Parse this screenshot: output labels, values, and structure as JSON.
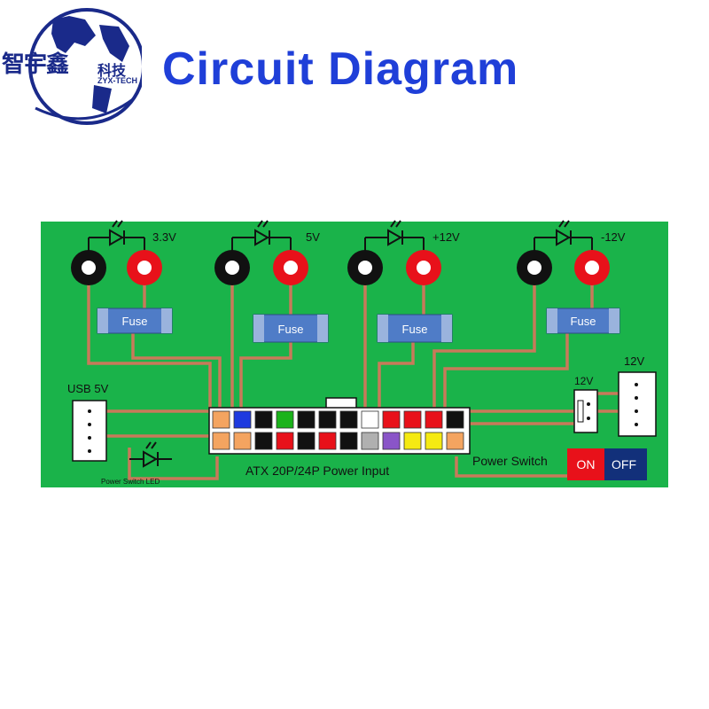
{
  "brand": {
    "name_cn": "智宇鑫",
    "suffix_cn": "科技",
    "name_en": "ZYX-TECH"
  },
  "title": "Circuit  Diagram",
  "rails": [
    {
      "label": "3.3V",
      "fuse": "Fuse"
    },
    {
      "label": "5V",
      "fuse": "Fuse"
    },
    {
      "label": "+12V",
      "fuse": "Fuse"
    },
    {
      "label": "-12V",
      "fuse": "Fuse"
    }
  ],
  "usb_label": "USB 5V",
  "power_switch_led_label": "Power Switch LED",
  "atx_label": "ATX 20P/24P Power Input",
  "connector_12v_small": "12V",
  "connector_12v_large": "12V",
  "power_switch": {
    "label": "Power Switch",
    "on": "ON",
    "off": "OFF"
  },
  "atx_pins": {
    "top": [
      "#f4a460",
      "#1e3adf",
      "#111111",
      "#1bb31b",
      "#111111",
      "#111111",
      "#111111",
      "#ffffff",
      "#e8111a",
      "#e8111a",
      "#e8111a",
      "#111111"
    ],
    "bottom": [
      "#f4a460",
      "#f4a460",
      "#111111",
      "#e8111a",
      "#111111",
      "#e8111a",
      "#111111",
      "#b0b0b0",
      "#8a55c8",
      "#f5ea12",
      "#f5ea12",
      "#f4a460"
    ]
  },
  "colors": {
    "board": "#1ab34a",
    "trace": "#c87a5a",
    "fuse": "#4f7cc7",
    "title": "#1f3fd8",
    "on": "#e8111a",
    "off": "#12307a"
  }
}
